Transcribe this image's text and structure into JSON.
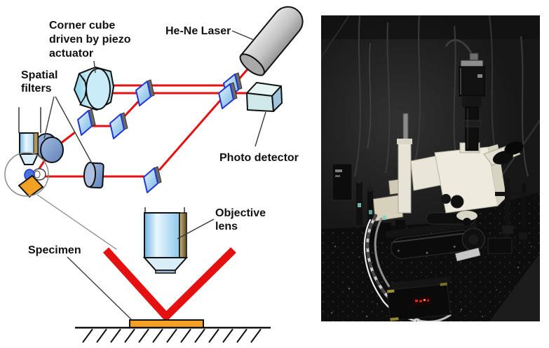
{
  "colors": {
    "beam_red": "#e51010",
    "splitter_outline_blue": "#1f35d4",
    "specimen_orange": "#f2a124",
    "text_black": "#111111"
  },
  "diagram": {
    "labels": {
      "corner_cube": [
        "Corner cube",
        "driven by piezo",
        "actuator"
      ],
      "laser": "He-Ne Laser",
      "spatial_filters": [
        "Spatial",
        "filters"
      ],
      "photo_detector": "Photo detector",
      "objective_lens": [
        "Objective",
        "lens"
      ],
      "specimen": "Specimen"
    }
  }
}
